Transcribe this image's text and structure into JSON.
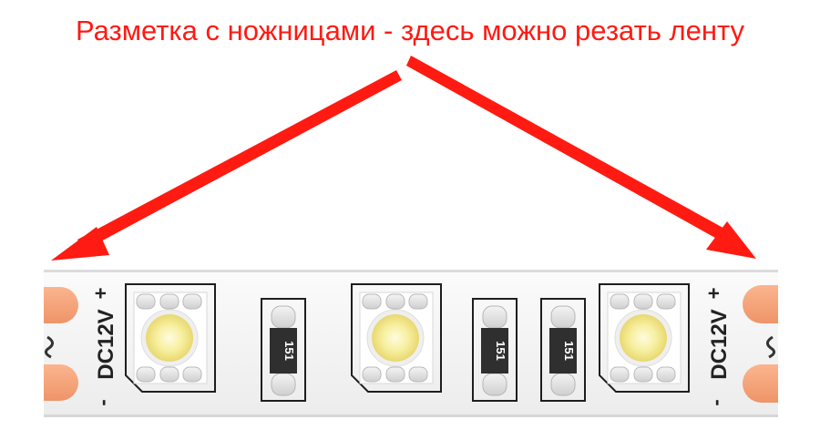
{
  "caption": "Разметка с ножницами - здесь можно резать ленту",
  "strip": {
    "voltage_label": "DC12V",
    "plus_sign": "+",
    "minus_sign": "-",
    "resistor_code": "151"
  },
  "colors": {
    "caption": "#ff1a12",
    "arrow": "#ff1a12",
    "copper_pad": "#f5a07a",
    "led_glow": "#f6ed9a",
    "strip": "#f7f7f7"
  },
  "icons": [
    "scissors-icon",
    "led-chip-icon",
    "resistor-icon"
  ]
}
